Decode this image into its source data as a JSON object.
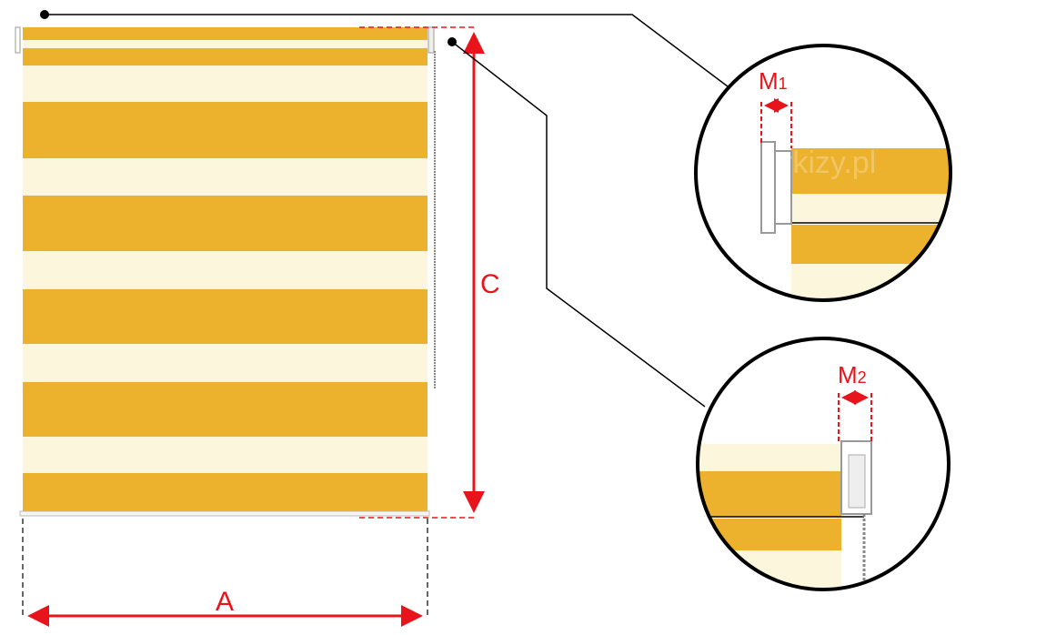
{
  "labels": {
    "width": "A",
    "height": "C",
    "m1": "M",
    "m1_sub": "1",
    "m2": "M",
    "m2_sub": "2"
  },
  "watermark": "rkizy.pl",
  "colors": {
    "yellow": "#ecb22e",
    "cream": "#fbf6dc",
    "dimension": "#e8141b",
    "leader": "#000000",
    "frame": "#999999"
  }
}
